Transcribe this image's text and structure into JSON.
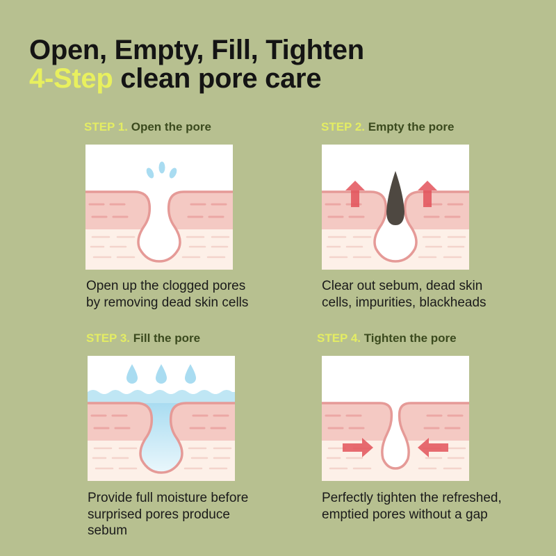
{
  "title": {
    "line1": "Open, Empty, Fill, Tighten",
    "accent": "4-Step",
    "line2_rest": " clean pore care"
  },
  "colors": {
    "background": "#b7c090",
    "accent": "#e4ed63",
    "step_name": "#3b4a1e",
    "skin": "#f4c9c3",
    "skin_outline": "#e59a97",
    "water": "#bfe6f4",
    "sebum": "#4e4841",
    "arrow": "#e3535b"
  },
  "steps": [
    {
      "num": "STEP 1.",
      "name": "Open the pore",
      "illustration": "pore-opening-droplets",
      "desc_line1": "Open up the clogged pores",
      "desc_line2": "by removing dead skin cells",
      "desc_line3": ""
    },
    {
      "num": "STEP 2.",
      "name": "Empty the pore",
      "illustration": "pore-emptying-sebum",
      "desc_line1": "Clear out sebum, dead skin",
      "desc_line2": "cells, impurities, blackheads",
      "desc_line3": ""
    },
    {
      "num": "STEP 3.",
      "name": "Fill the pore",
      "illustration": "pore-filling-moisture",
      "desc_line1": "Provide full moisture before",
      "desc_line2": "surprised pores produce",
      "desc_line3": "sebum"
    },
    {
      "num": "STEP 4.",
      "name": "Tighten the pore",
      "illustration": "pore-tightening-arrows",
      "desc_line1": "Perfectly tighten the refreshed,",
      "desc_line2": "emptied pores without a gap",
      "desc_line3": ""
    }
  ]
}
